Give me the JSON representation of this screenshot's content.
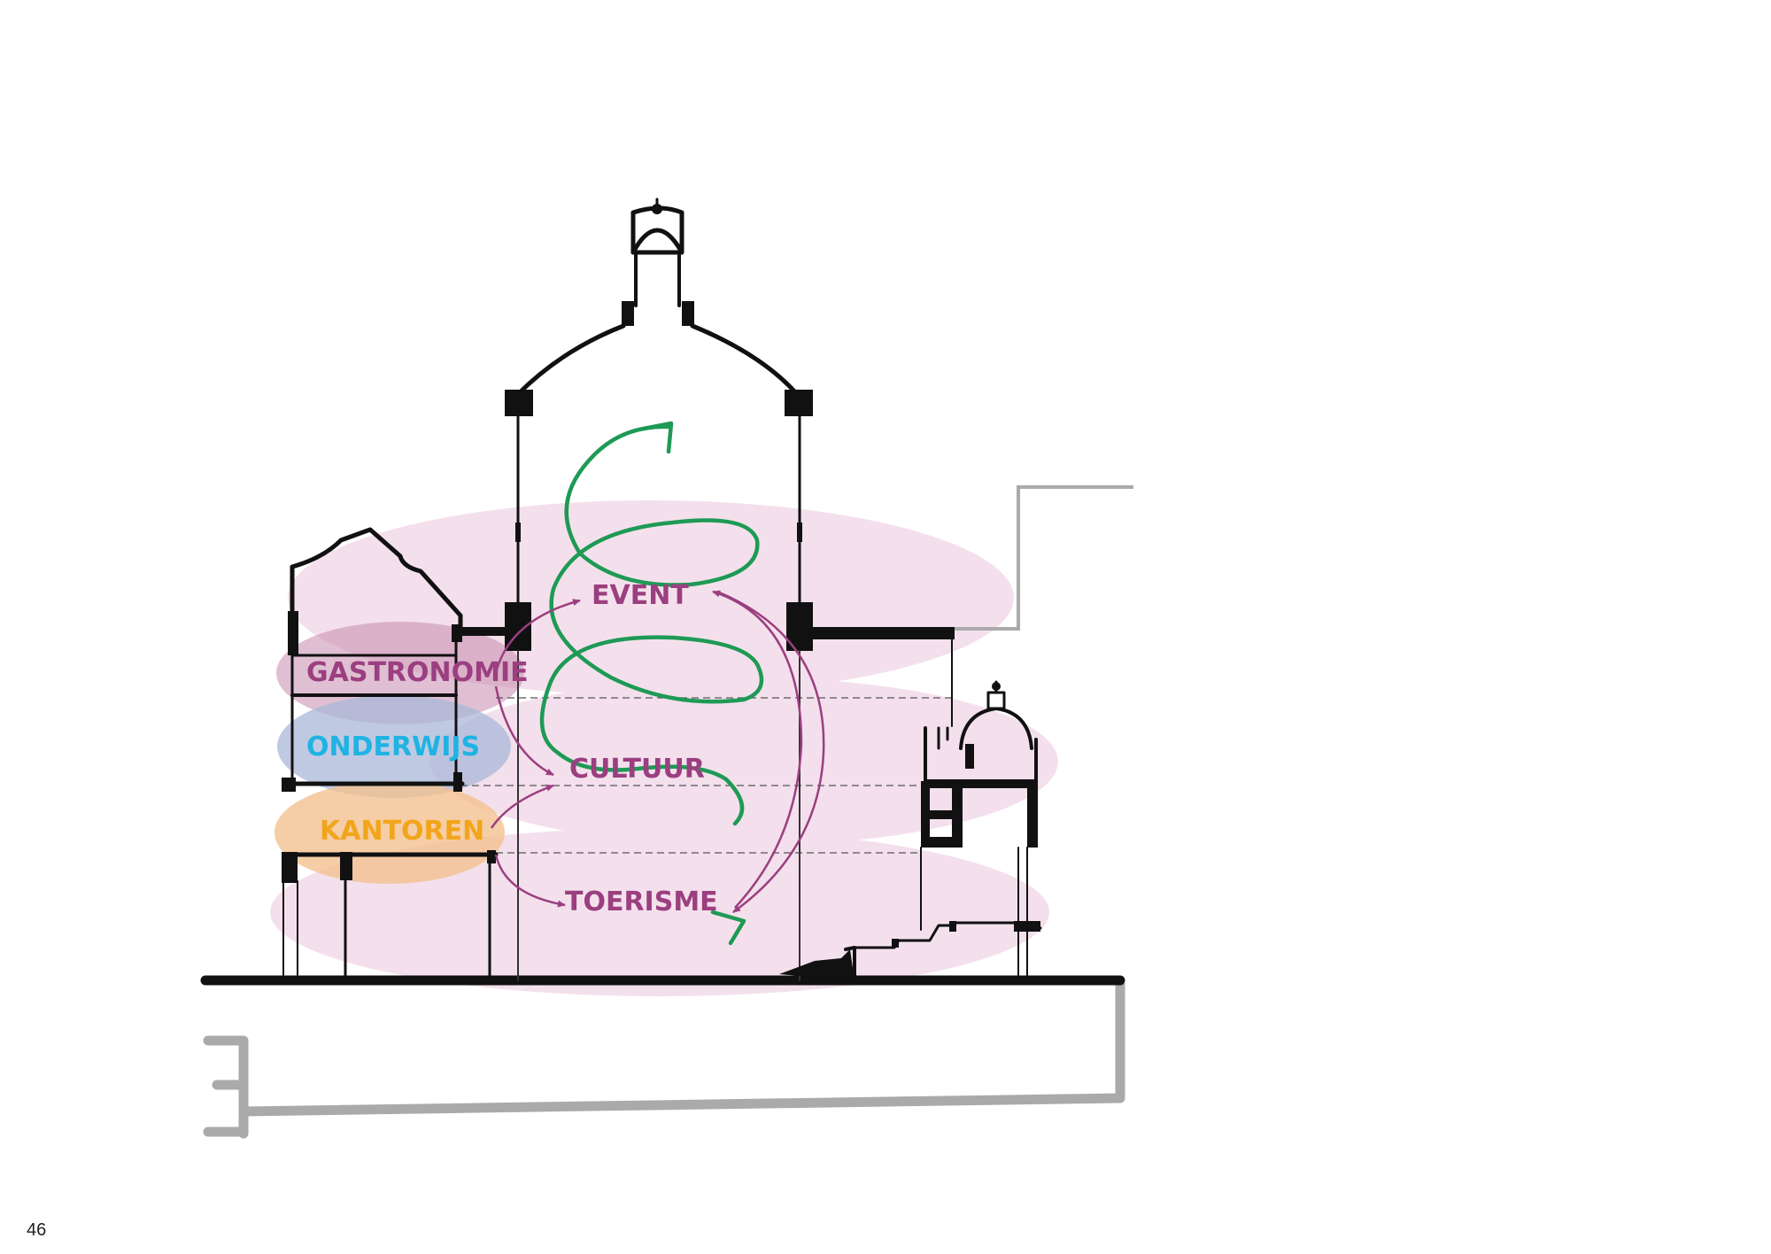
{
  "labels": {
    "event": "EVENT",
    "gastronomie": "GASTRONOMIE",
    "onderwijs": "ONDERWIJS",
    "cultuur": "CULTUUR",
    "kantoren": "KANTOREN",
    "toerisme": "TOERISME"
  },
  "page_number": "46",
  "colors": {
    "purple": "#9b3f80",
    "blue": "#1fb3e3",
    "orange": "#f2a51a",
    "green": "#1e9a55",
    "pink_zone": "#f2dbe9",
    "structure": "#111111",
    "ground_outline": "#aaaaaa"
  }
}
